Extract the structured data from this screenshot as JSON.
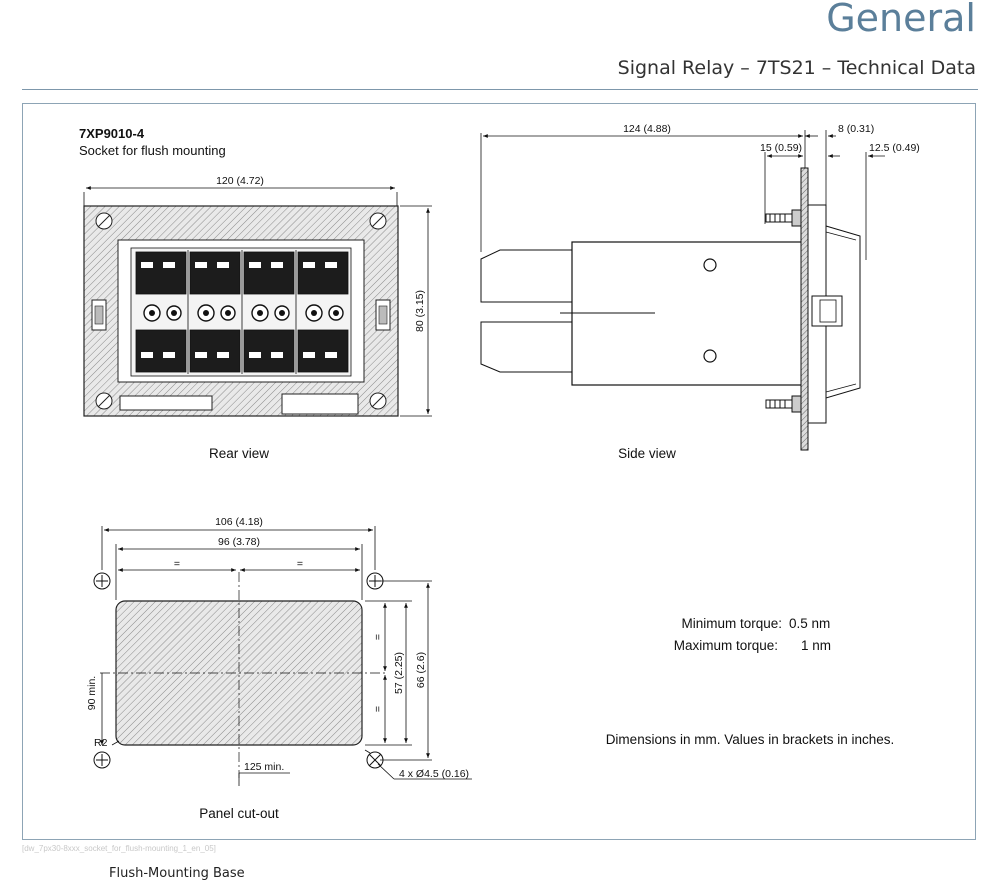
{
  "header": {
    "title": "General",
    "subtitle": "Signal Relay – 7TS21 – Technical Data"
  },
  "part": {
    "code": "7XP9010-4",
    "description": "Socket for flush mounting"
  },
  "rear_view": {
    "label": "Rear view",
    "width_dim": "120 (4.72)",
    "height_dim": "80 (3.15)"
  },
  "side_view": {
    "label": "Side view",
    "length_dim": "124 (4.88)",
    "dim_15": "15 (0.59)",
    "dim_8": "8 (0.31)",
    "dim_12_5": "12.5 (0.49)"
  },
  "panel_cutout": {
    "label": "Panel cut-out",
    "dim_106": "106 (4.18)",
    "dim_96": "96 (3.78)",
    "eq": "=",
    "dim_57": "57 (2.25)",
    "dim_66": "66 (2.6)",
    "dim_90": "90 min.",
    "r2": "R2",
    "dim_125": "125 min.",
    "holes": "4 x Ø4.5 (0.16)"
  },
  "specs": {
    "min_torque_label": "Minimum torque:",
    "min_torque_value": "0.5 nm",
    "max_torque_label": "Maximum torque:",
    "max_torque_value": "1 nm"
  },
  "note": "Dimensions in mm. Values in brackets in inches.",
  "figure_id": "[dw_7px30-8xxx_socket_for_flush-mounting_1_en_05]",
  "caption": "Flush-Mounting Base"
}
